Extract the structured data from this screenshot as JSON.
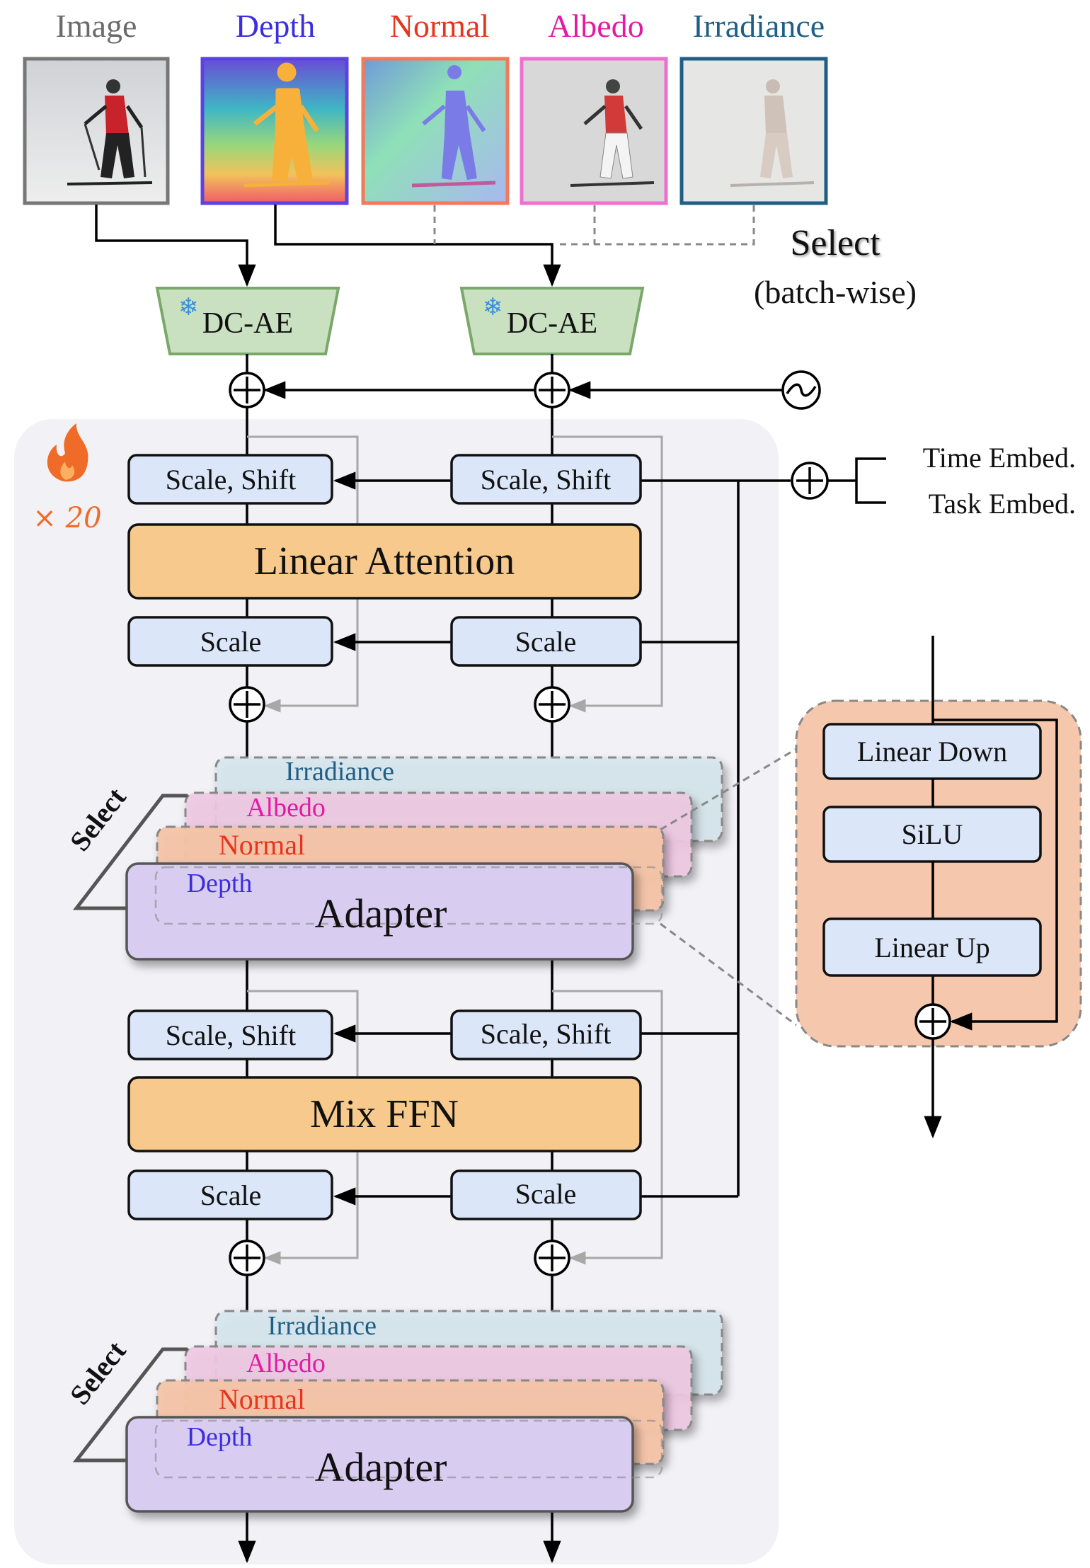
{
  "inputs": {
    "image": {
      "label": "Image",
      "color": "#6b6b6b"
    },
    "depth": {
      "label": "Depth",
      "color": "#3b2ee0"
    },
    "normal": {
      "label": "Normal",
      "color": "#e8341c"
    },
    "albedo": {
      "label": "Albedo",
      "color": "#e21aa6"
    },
    "irradiance": {
      "label": "Irradiance",
      "color": "#1f5f86"
    }
  },
  "select_top": {
    "line1": "Select",
    "line2": "(batch-wise)"
  },
  "encoders": {
    "left": "DC-AE",
    "right": "DC-AE"
  },
  "block": {
    "repeat": "× 20",
    "scale_shift": "Scale, Shift",
    "scale": "Scale",
    "linear_attention": "Linear Attention",
    "mix_ffn": "Mix FFN",
    "adapter": "Adapter",
    "select": "Select",
    "adapter_layers": {
      "irradiance": "Irradiance",
      "albedo": "Albedo",
      "normal": "Normal",
      "depth": "Depth"
    }
  },
  "embeds": {
    "time": "Time Embed.",
    "task": "Task Embed."
  },
  "adapter_detail": {
    "linear_down": "Linear Down",
    "silu": "SiLU",
    "linear_up": "Linear Up"
  },
  "colors": {
    "panel_bg": "#f1f1f6",
    "blue_box": "#dbe6f8",
    "orange_box": "#f7c98c",
    "encoder": "#c9e1c1",
    "encoder_border": "#7aa868",
    "detail_bg": "#f5c8ad",
    "adapter_purple": "#d8cdf0",
    "layer_irradiance": "#d6e6ee",
    "layer_albedo": "#f0c9e2",
    "layer_normal": "#f4c4a8",
    "fire": "#f06a28"
  }
}
